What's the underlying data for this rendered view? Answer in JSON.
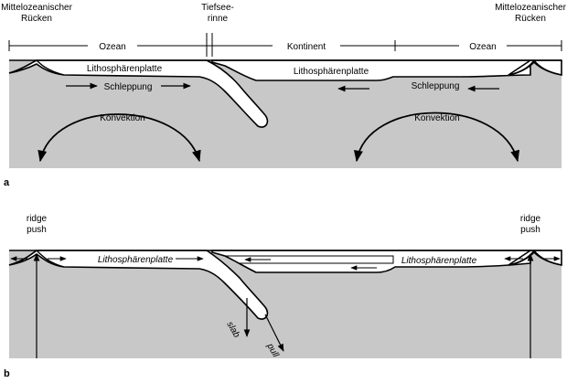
{
  "panel_a": {
    "letter": "a",
    "ridge_left": [
      "Mittelozeanischer",
      "Rücken"
    ],
    "ridge_right": [
      "Mittelozeanischer",
      "Rücken"
    ],
    "trench": [
      "Tiefsee-",
      "rinne"
    ],
    "ocean_left": "Ozean",
    "continent": "Kontinent",
    "ocean_right": "Ozean",
    "plate_left": "Lithosphärenplatte",
    "plate_right": "Lithosphärenplatte",
    "drag_left": "Schleppung",
    "drag_right": "Schleppung",
    "convection_left": "Konvektion",
    "convection_right": "Konvektion"
  },
  "panel_b": {
    "letter": "b",
    "ridge_push_left": [
      "ridge",
      "push"
    ],
    "ridge_push_right": [
      "ridge",
      "push"
    ],
    "plate_left": "Lithosphärenplatte",
    "plate_right": "Lithosphärenplatte",
    "slab": "slab",
    "pull": "pull"
  },
  "colors": {
    "mantle": "#c8c8c8",
    "plate": "#ffffff",
    "line": "#000000",
    "background": "#ffffff"
  }
}
